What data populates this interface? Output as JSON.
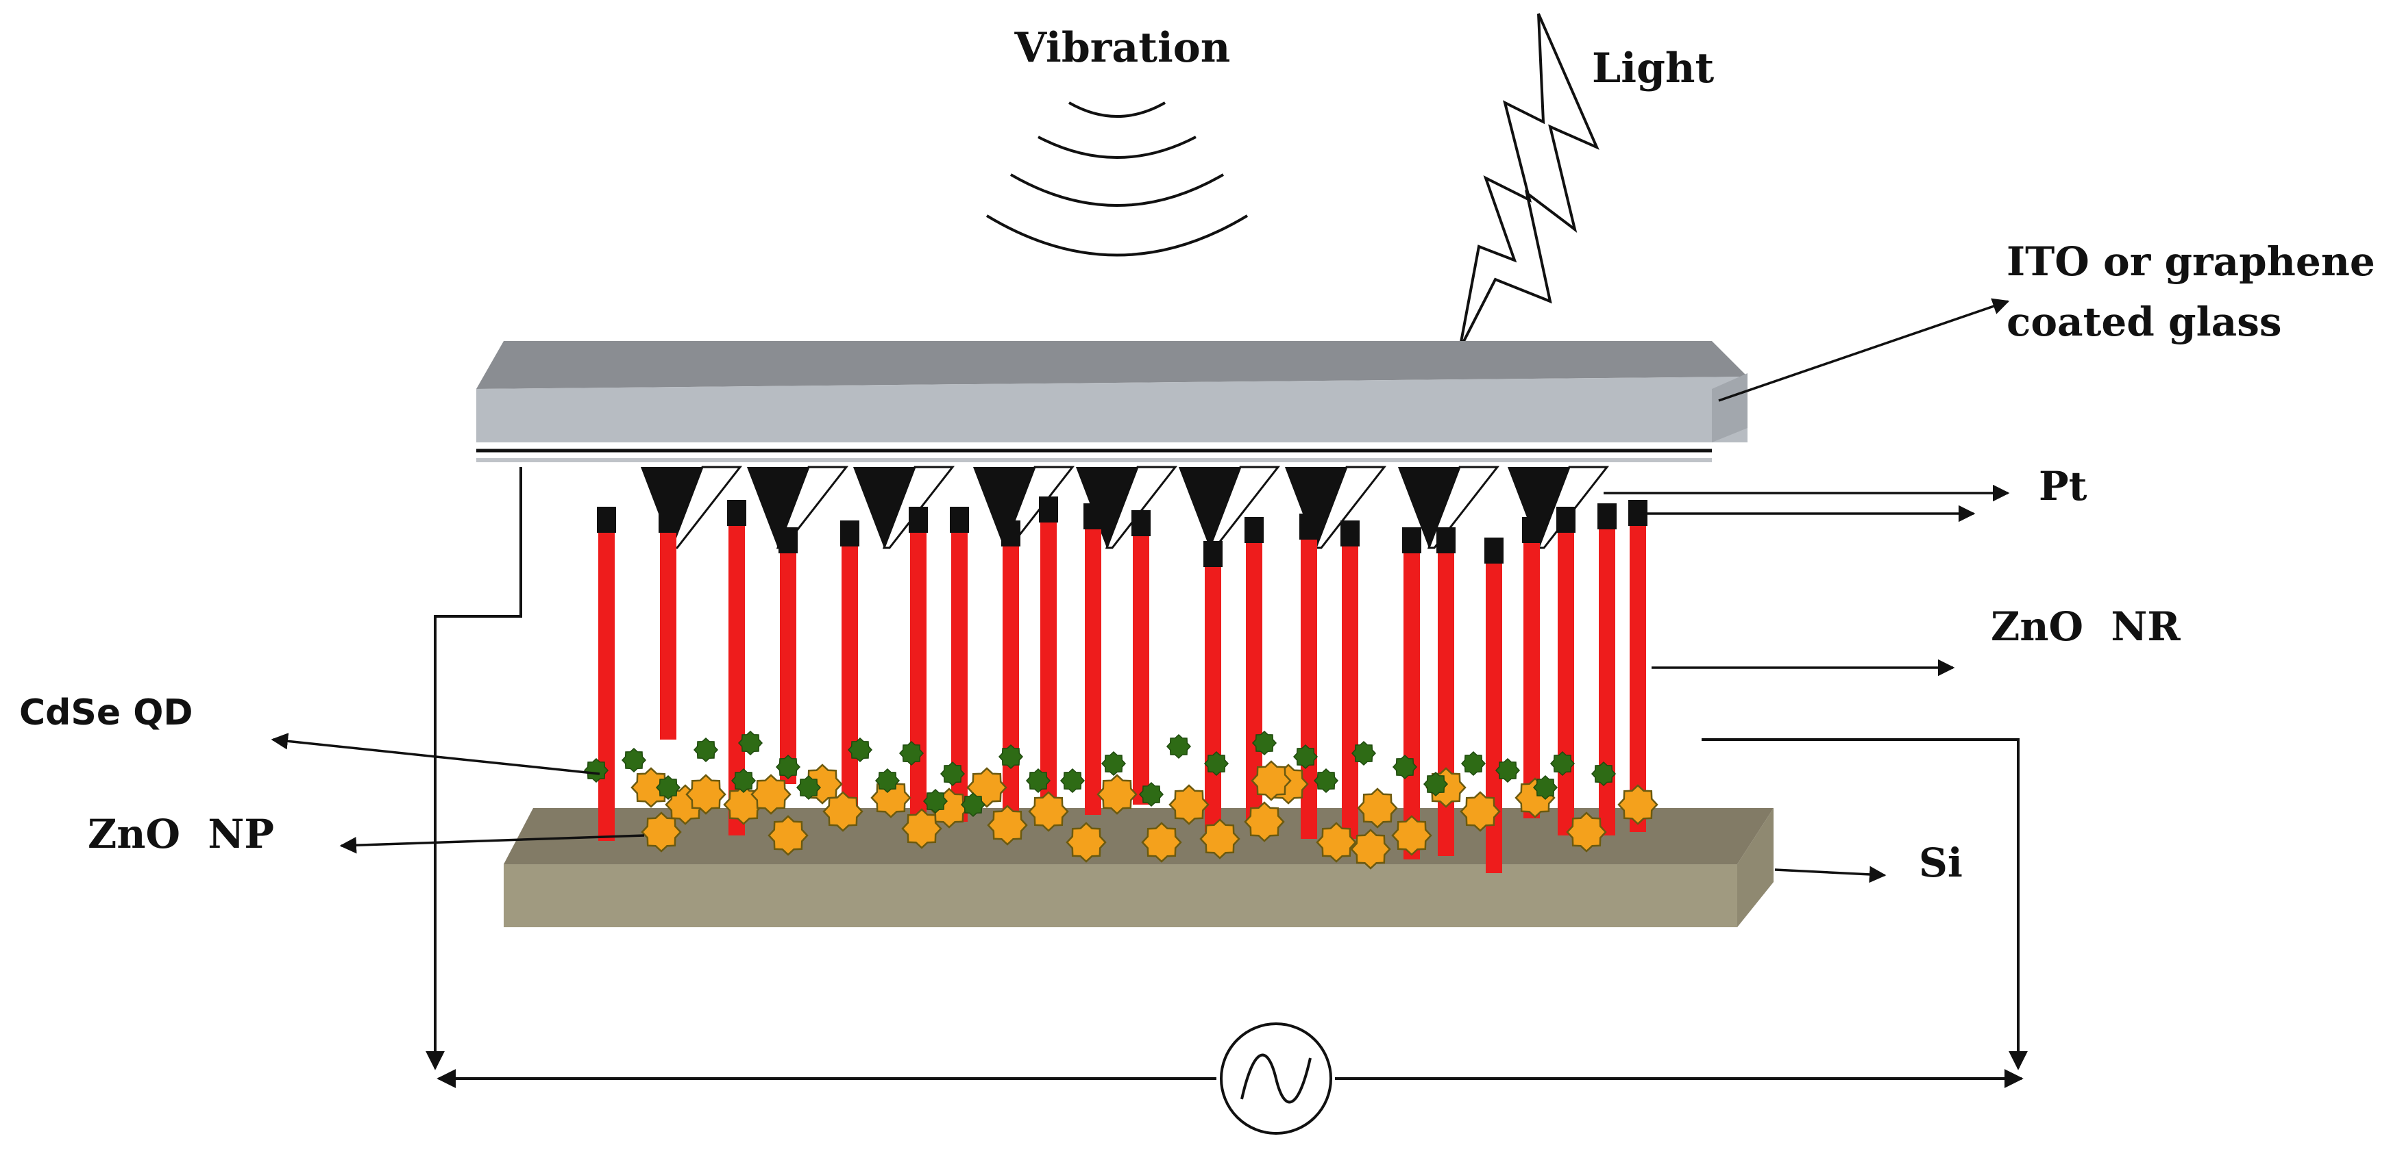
{
  "labels": {
    "vibration": "Vibration",
    "light": "Light",
    "ito": [
      "ITO or graphene",
      "coated glass"
    ],
    "pt": "Pt",
    "zno_nr": "ZnO  NR",
    "cdse_qd": "CdSe QD",
    "zno_np": "ZnO  NP",
    "si": "Si"
  },
  "colors": {
    "glass_top": "#8a8d92",
    "glass_front": "#b7bcc2",
    "glass_side": "#a2a7ad",
    "substrate_top": "#827b66",
    "substrate_front": "#a09a80",
    "substrate_side": "#8f8971",
    "nanorod": "#ee1c1c",
    "nanorod_cap": "#111111",
    "pt_tip": "#111111",
    "quantum_dot": "#2e6b15",
    "nanoparticle": "#f4a11c",
    "nanoparticle_edge": "#6b5a10"
  },
  "icons": {
    "ac_source": "ac-source-icon",
    "light": "lightning-icon",
    "vibration": "vibration-waves-icon"
  }
}
